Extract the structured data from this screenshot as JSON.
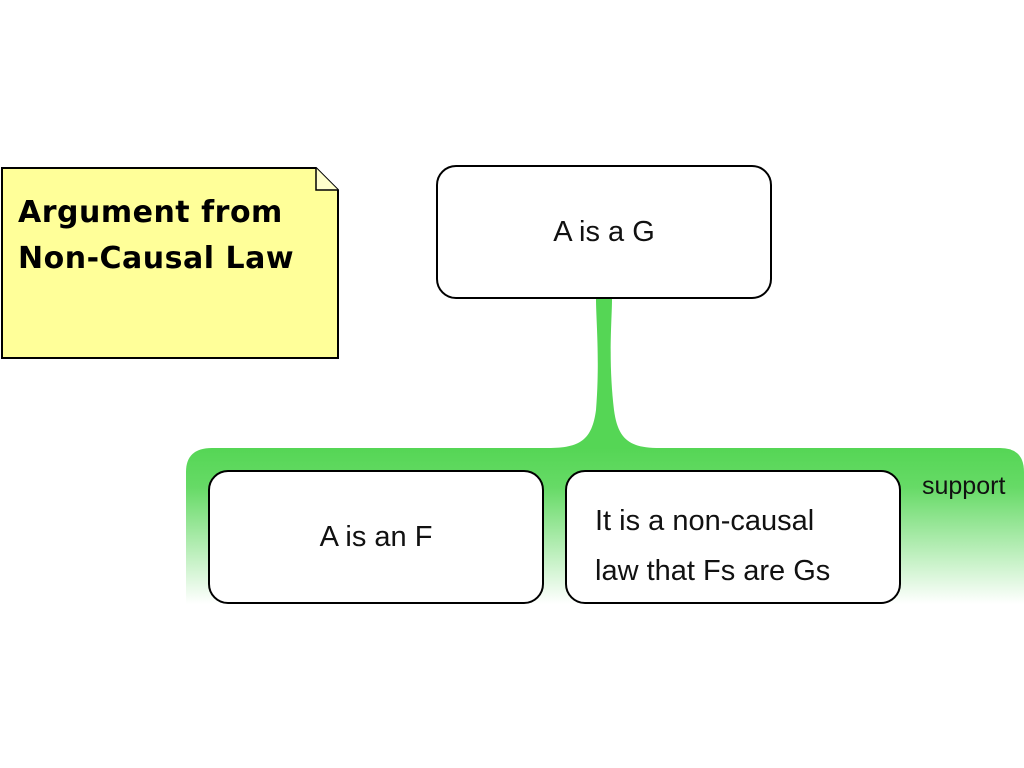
{
  "note": {
    "title_line1": "Argument from",
    "title_line2": "Non-Causal Law",
    "fill_color": "#ffff99"
  },
  "claim": {
    "text": "A is a G"
  },
  "support": {
    "label": "support",
    "color": "#55d655",
    "premises": [
      {
        "text": "A is an F"
      },
      {
        "text_line1": "It is a non-causal",
        "text_line2": "law that Fs are Gs"
      }
    ]
  }
}
